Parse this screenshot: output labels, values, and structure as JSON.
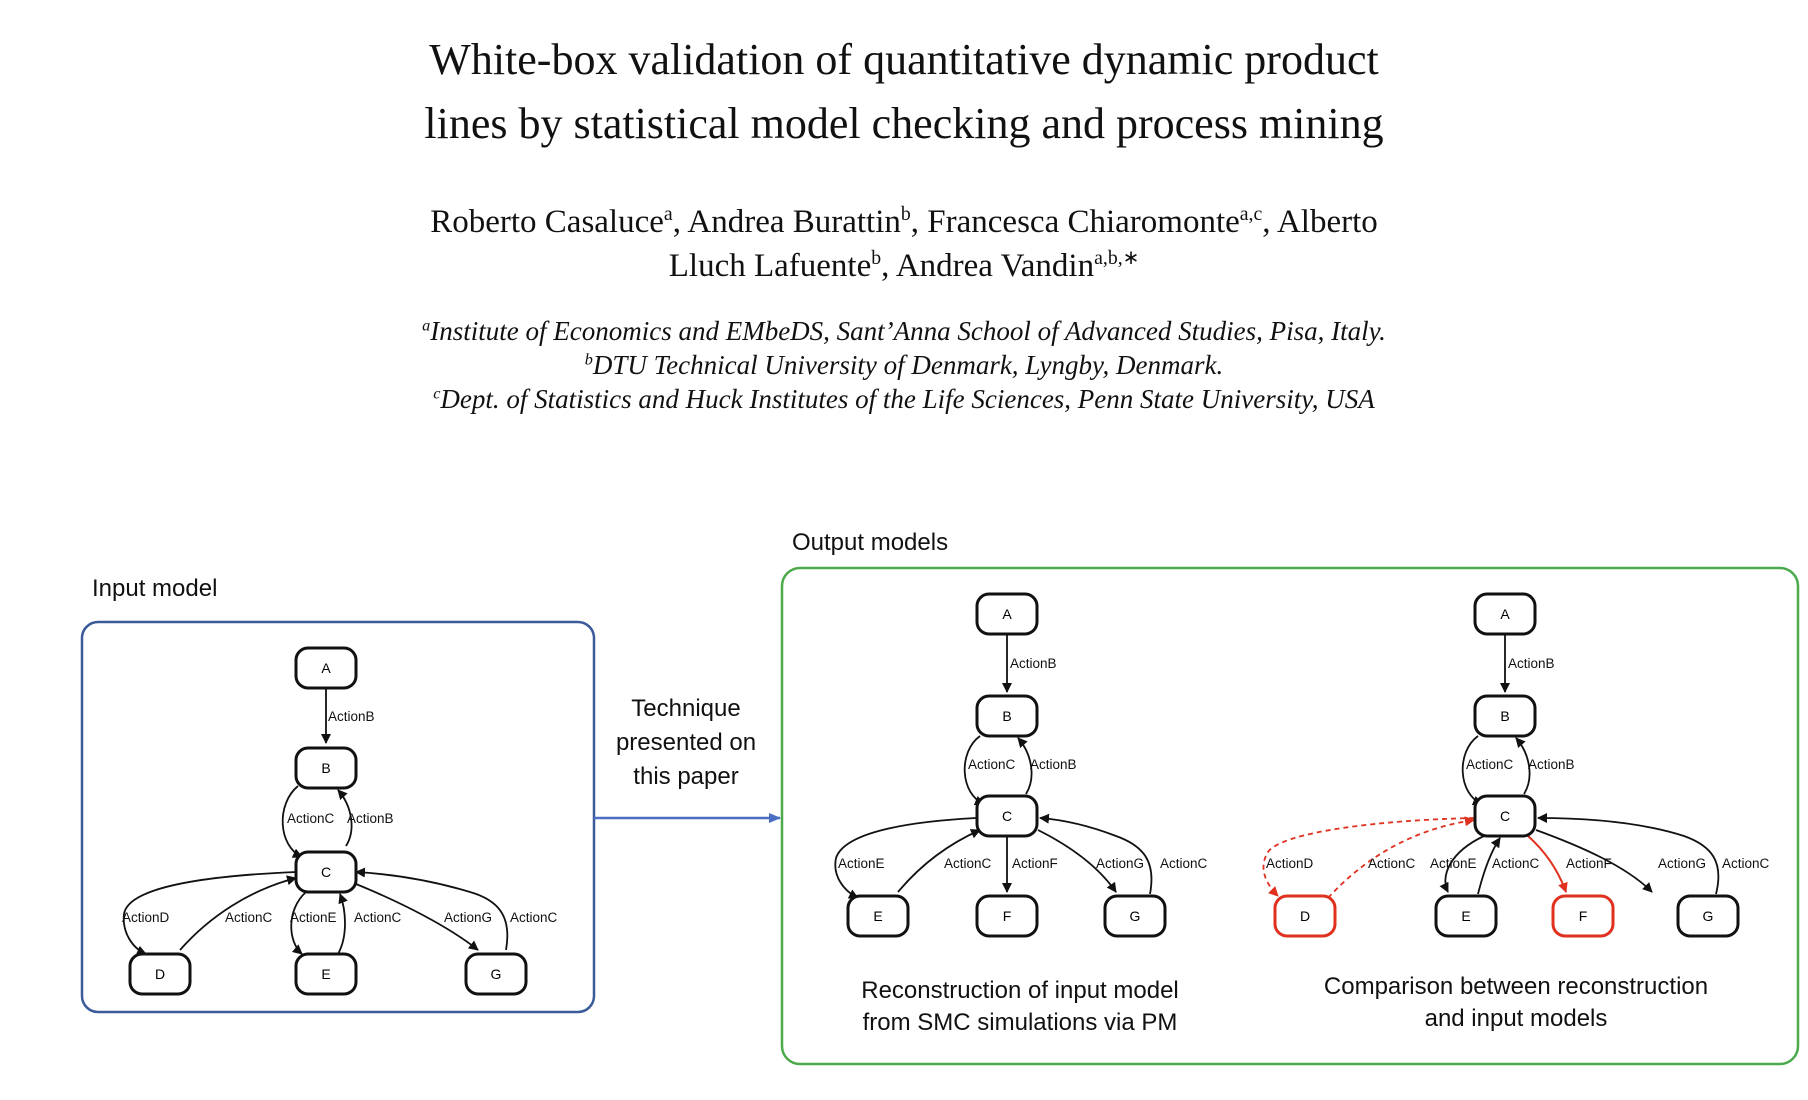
{
  "paper": {
    "title_line1": "White-box validation of quantitative dynamic product",
    "title_line2": "lines by statistical model checking and process mining",
    "authors": [
      {
        "name": "Roberto Casaluce",
        "sup": "a",
        "sep": ", "
      },
      {
        "name": "Andrea Burattin",
        "sup": "b",
        "sep": ", "
      },
      {
        "name": "Francesca Chiaromonte",
        "sup": "a,c",
        "sep": ", Alberto"
      }
    ],
    "authors_line2": [
      {
        "name": "Lluch Lafuente",
        "sup": "b",
        "sep": ", "
      },
      {
        "name": "Andrea Vandin",
        "sup": "a,b,∗",
        "sep": ""
      }
    ],
    "affiliations": [
      {
        "sup": "a",
        "text": "Institute of Economics and EMbeDS, Sant’Anna School of Advanced Studies, Pisa, Italy."
      },
      {
        "sup": "b",
        "text": "DTU Technical University of Denmark, Lyngby, Denmark."
      },
      {
        "sup": "c",
        "text": "Dept.  of Statistics and Huck Institutes of the Life Sciences, Penn State University, USA"
      }
    ]
  },
  "figure": {
    "input_label": "Input model",
    "output_label": "Output models",
    "technique_lines": [
      "Technique",
      "presented on",
      "this paper"
    ],
    "caption_reconstruction": [
      "Reconstruction of input model",
      "from SMC simulations via PM"
    ],
    "caption_comparison": [
      "Comparison between reconstruction",
      "and input models"
    ],
    "nodes": {
      "A": "A",
      "B": "B",
      "C": "C",
      "D": "D",
      "E": "E",
      "F": "F",
      "G": "G"
    },
    "actions": {
      "B": "ActionB",
      "C": "ActionC",
      "D": "ActionD",
      "E": "ActionE",
      "F": "ActionF",
      "G": "ActionG"
    },
    "colors": {
      "input_box": "#3a5a9a",
      "output_box": "#4caa4c",
      "arrow": "#4a6fc2",
      "highlight": "#e0301e",
      "ink": "#111111"
    }
  }
}
